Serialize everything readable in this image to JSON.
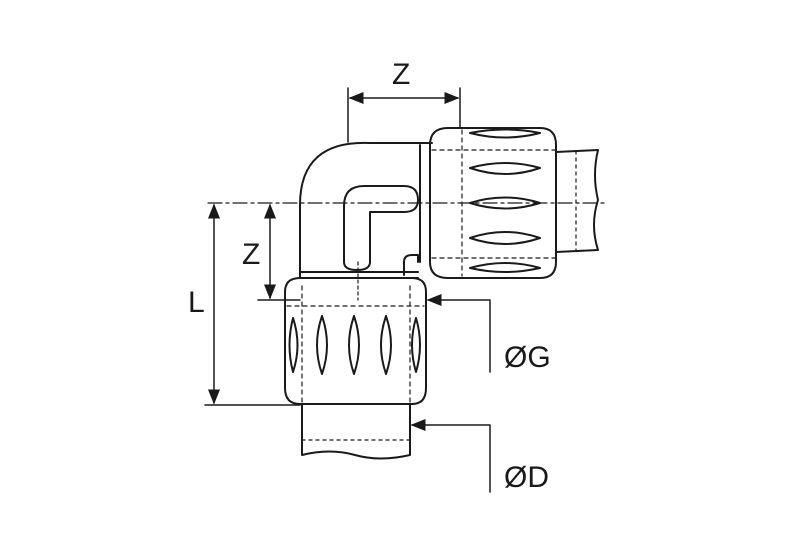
{
  "dimensions": {
    "z_horizontal": "Z",
    "z_vertical": "Z",
    "length": "L",
    "outer_diameter_nut": "ØG",
    "pipe_diameter": "ØD"
  },
  "colors": {
    "line": "#1a1a1a",
    "background": "#ffffff"
  }
}
